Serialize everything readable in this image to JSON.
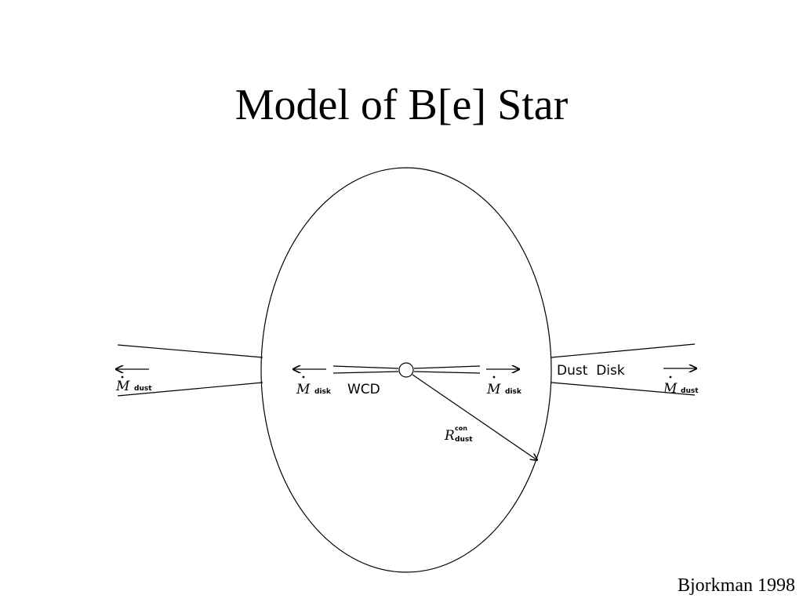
{
  "slide": {
    "title": "Model of B[e] Star",
    "credit": "Bjorkman 1998"
  },
  "diagram": {
    "labels": {
      "wcd": "WCD",
      "dust_disk": "Dust  Disk",
      "mdot_symbol": "M",
      "subscript_disk": "disk",
      "subscript_dust": "dust",
      "r_symbol": "R",
      "r_subscript": "dust",
      "r_superscript": "con"
    }
  }
}
